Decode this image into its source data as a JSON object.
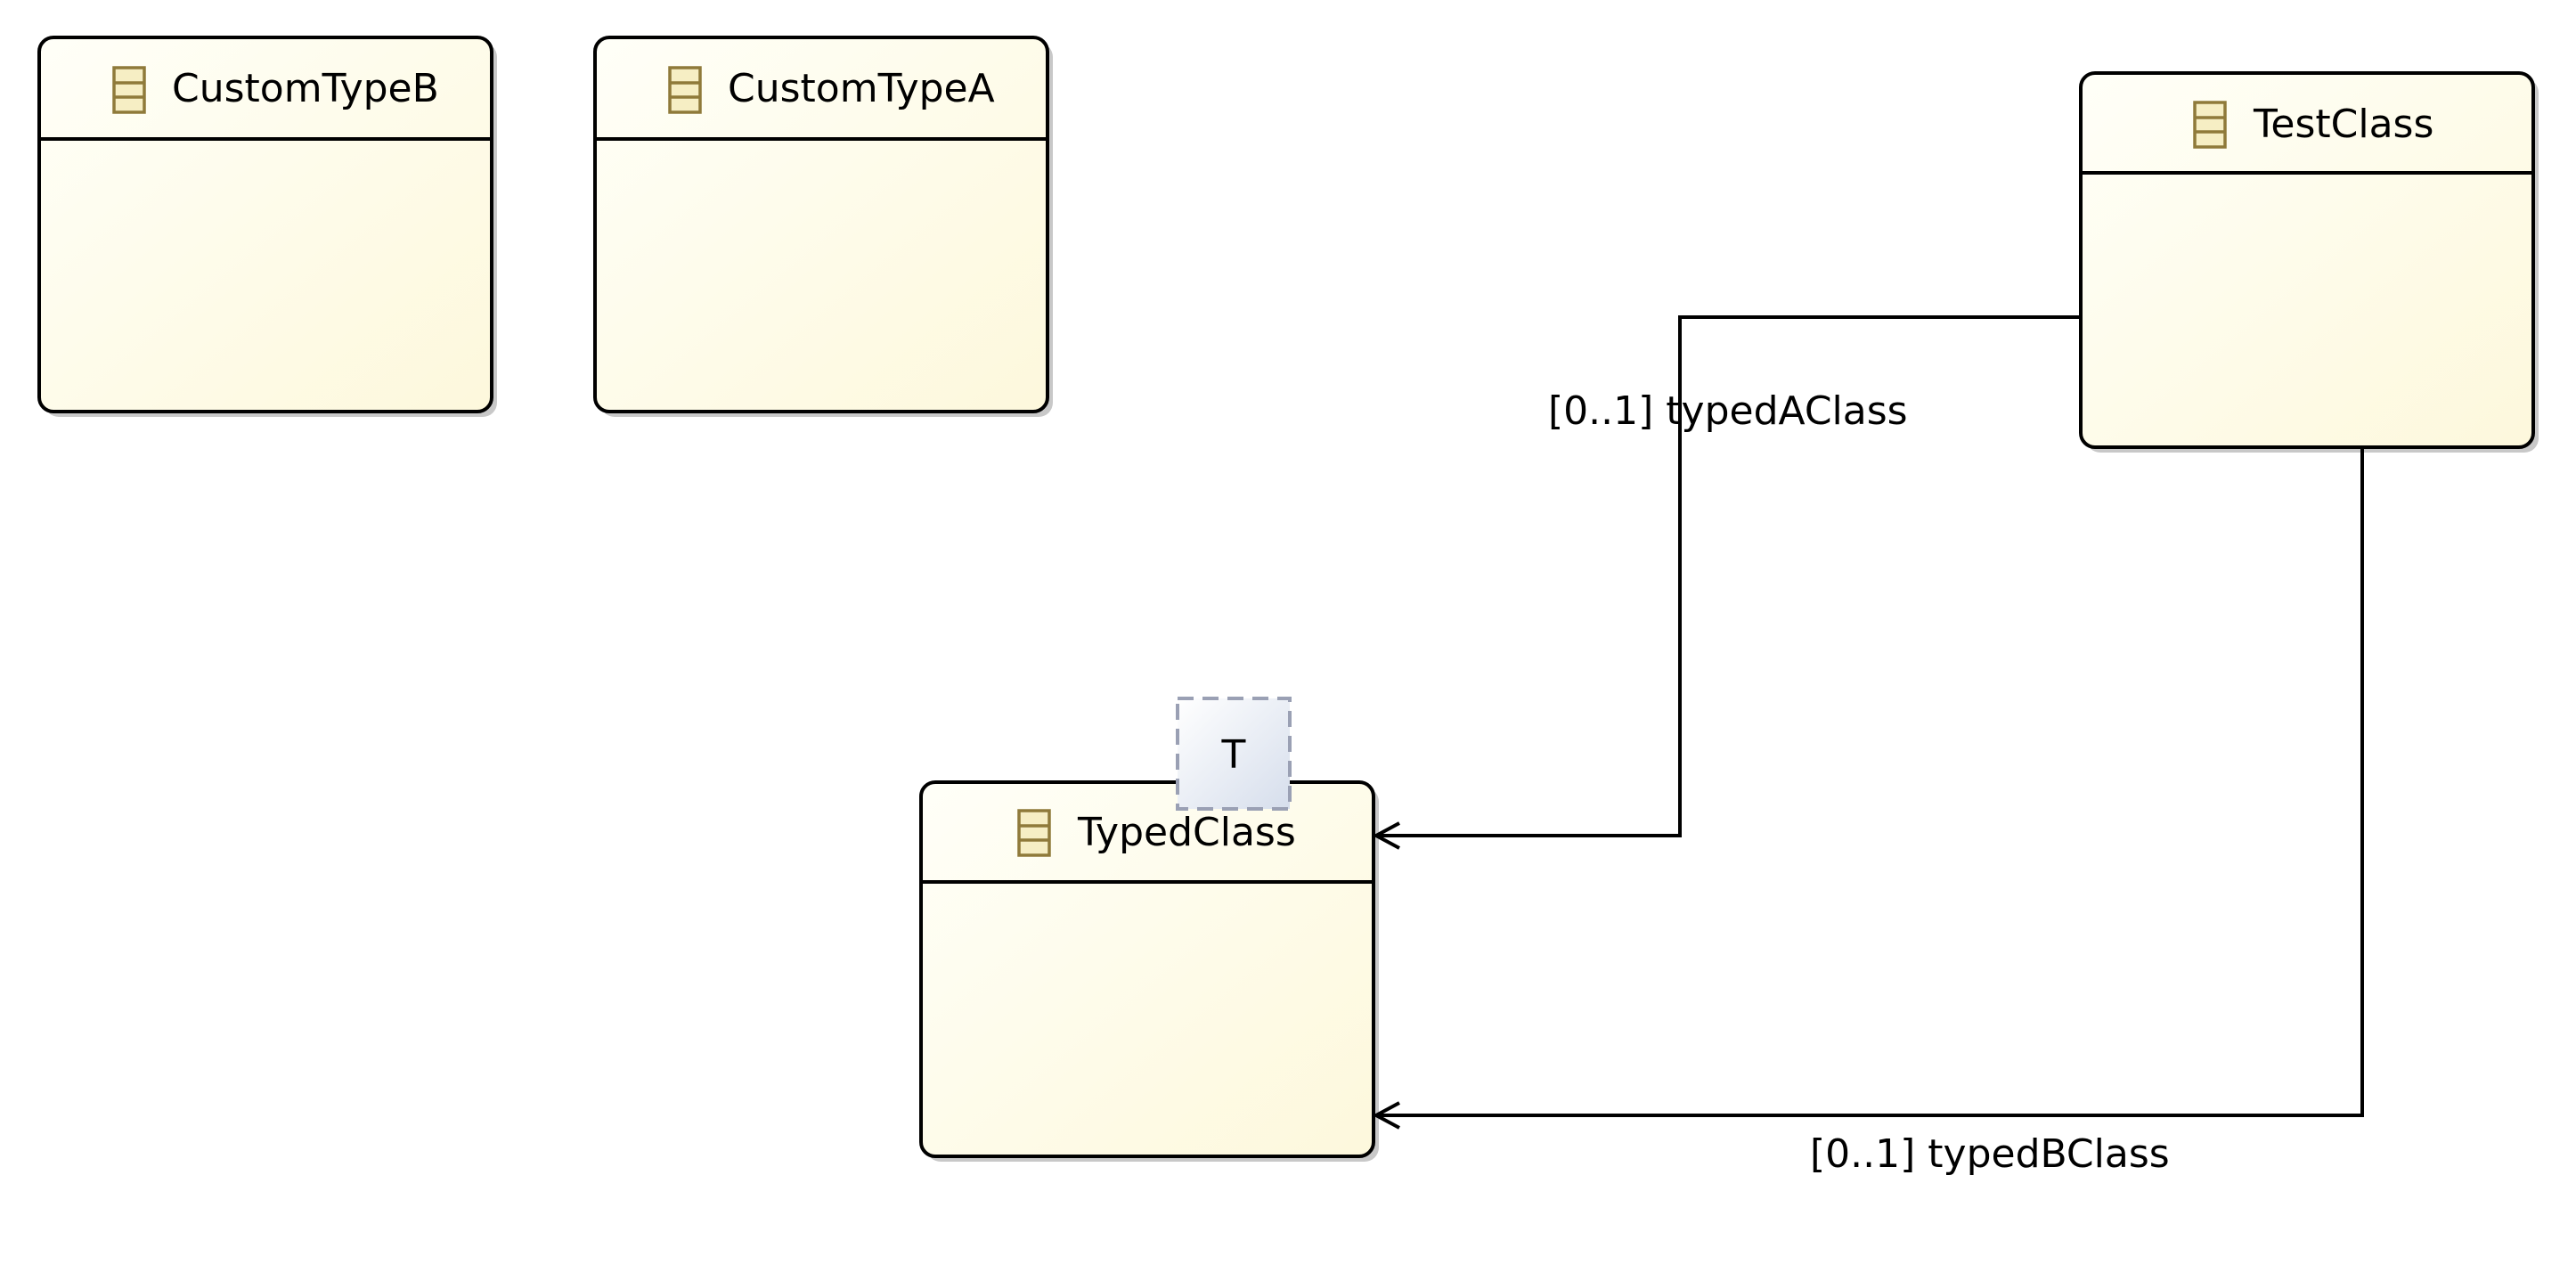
{
  "diagram": {
    "classes": [
      {
        "id": "custom-type-b",
        "name": "CustomTypeB"
      },
      {
        "id": "custom-type-a",
        "name": "CustomTypeA"
      },
      {
        "id": "test-class",
        "name": "TestClass"
      },
      {
        "id": "typed-class",
        "name": "TypedClass",
        "template_parameter": "T"
      }
    ],
    "references": [
      {
        "id": "ref-typed-a",
        "source": "TestClass",
        "target": "TypedClass",
        "label": "[0..1] typedAClass"
      },
      {
        "id": "ref-typed-b",
        "source": "TestClass",
        "target": "TypedClass",
        "label": "[0..1] typedBClass"
      }
    ]
  },
  "colors": {
    "class_fill_light": "#fffff8",
    "class_fill_dark": "#fdf8dc",
    "class_border": "#000000",
    "class_icon": "#8f7a3a",
    "class_icon_fill": "#f6eec4",
    "template_border": "#9aa0b4",
    "template_fill_light": "#ffffff",
    "template_fill_dark": "#d6deec",
    "edge": "#000000",
    "shadow": "#c8c8c8"
  },
  "icons": {
    "class_icon": "class-icon",
    "edge_arrow": "open-arrowhead-icon"
  }
}
